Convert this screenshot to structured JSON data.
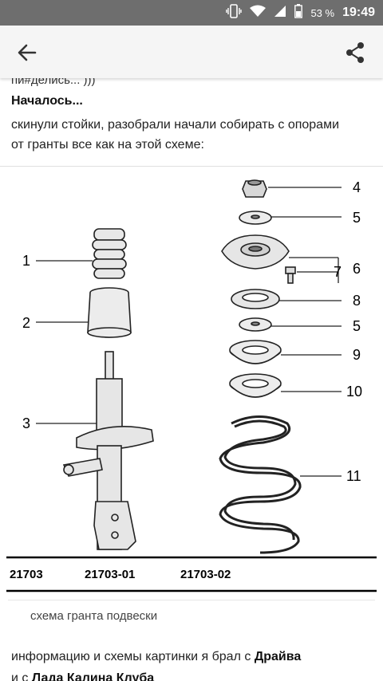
{
  "status_bar": {
    "battery_percent": "53 %",
    "time": "19:49"
  },
  "post": {
    "cut_line": "пи#делись... )))",
    "title": "Началось...",
    "text": "скинули стойки, разобрали начали собирать с опорами от гранты все как на этой схеме:",
    "caption": "схема гранта подвески",
    "bottom_text_1": "информацию и схемы картинки я брал с ",
    "bottom_link_1": "Драйва",
    "bottom_text_2": "и с ",
    "bottom_link_2": "Лада Калина Клуба"
  },
  "diagram": {
    "labels": [
      "1",
      "2",
      "3",
      "4",
      "5",
      "7",
      "6",
      "8",
      "5",
      "9",
      "10",
      "11"
    ],
    "models": [
      "21703",
      "21703-01",
      "21703-02"
    ]
  }
}
